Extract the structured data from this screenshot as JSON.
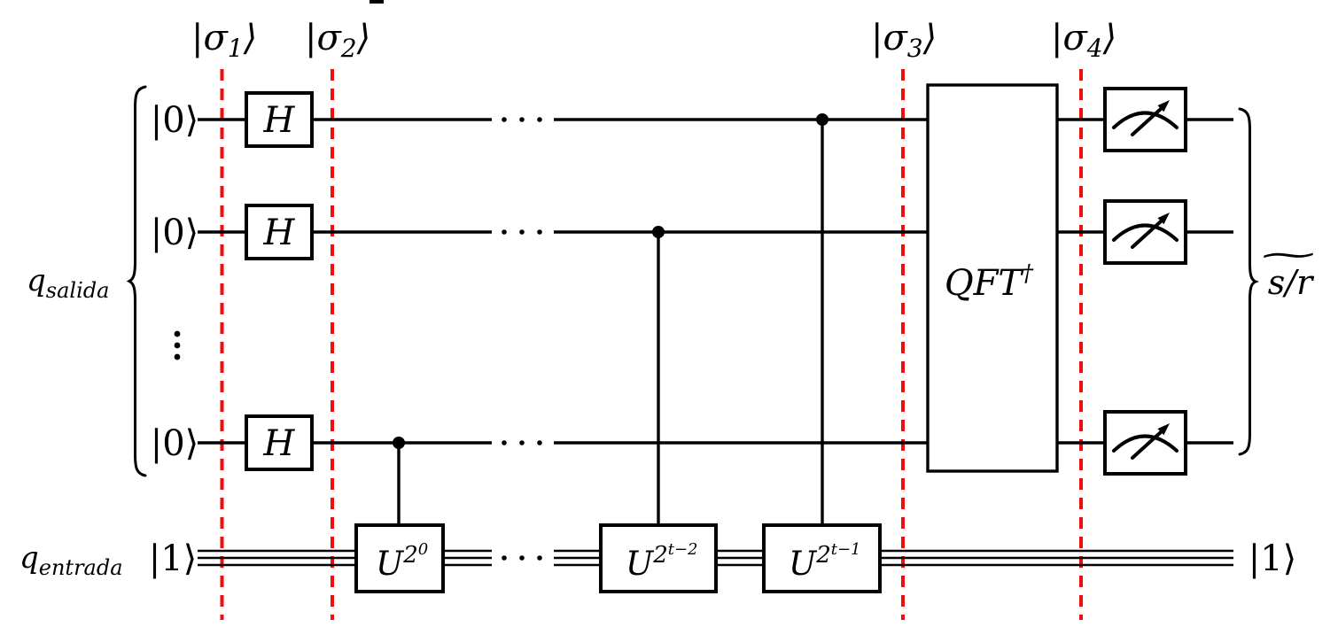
{
  "stage_labels": [
    {
      "pre": "|σ",
      "sub": "1",
      "post": "⟩"
    },
    {
      "pre": "|σ",
      "sub": "2",
      "post": "⟩"
    },
    {
      "pre": "|σ",
      "sub": "3",
      "post": "⟩"
    },
    {
      "pre": "|σ",
      "sub": "4",
      "post": "⟩"
    }
  ],
  "registers": {
    "output": {
      "base": "q",
      "sub": "salida"
    },
    "input": {
      "base": "q",
      "sub": "entrada"
    }
  },
  "kets": {
    "zero": "|0⟩",
    "one": "|1⟩"
  },
  "gates": {
    "hadamard": "H",
    "qft": {
      "base": "QFT",
      "sup": "†"
    },
    "controlled_u": [
      {
        "base": "U",
        "exp_base": "2",
        "exp_sup": "0"
      },
      {
        "base": "U",
        "exp_base": "2",
        "exp_sup": "t−2"
      },
      {
        "base": "U",
        "exp_base": "2",
        "exp_sup": "t−1"
      }
    ]
  },
  "result": {
    "tilde": "∼",
    "label": "s/r"
  },
  "ellipsis": {
    "horizontal": "···",
    "vertical": "⋮"
  },
  "colors": {
    "ink": "#000000",
    "barrier": "#f20d0d",
    "background": "#ffffff"
  }
}
